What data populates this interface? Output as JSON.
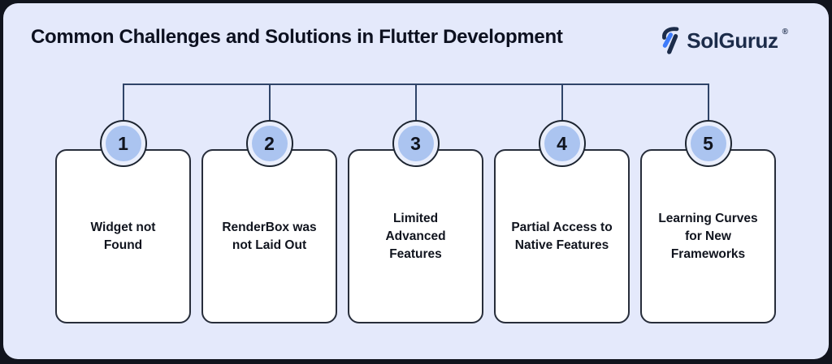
{
  "title": "Common Challenges and Solutions in Flutter Development",
  "brand": {
    "name": "SolGuruz",
    "registered_mark": "®",
    "icon": "solguruz-lightning-s-icon"
  },
  "steps": [
    {
      "number": "1",
      "label": "Widget not\nFound"
    },
    {
      "number": "2",
      "label": "RenderBox was\nnot Laid Out"
    },
    {
      "number": "3",
      "label": "Limited\nAdvanced\nFeatures"
    },
    {
      "number": "4",
      "label": "Partial Access to\nNative Features"
    },
    {
      "number": "5",
      "label": "Learning Curves\nfor New\nFrameworks"
    }
  ],
  "colors": {
    "canvas_background": "#11141d",
    "panel_background": "#e4e9fb",
    "connector_line": "#2f4468",
    "badge_fill": "#abc4f0",
    "badge_ring": "#e9eefc",
    "badge_border": "#1d2531",
    "card_background": "#ffffff",
    "card_border": "#272d3a",
    "text_dark": "#10141e",
    "brand_navy": "#1c2c4a",
    "brand_blue": "#3e7bfa"
  }
}
